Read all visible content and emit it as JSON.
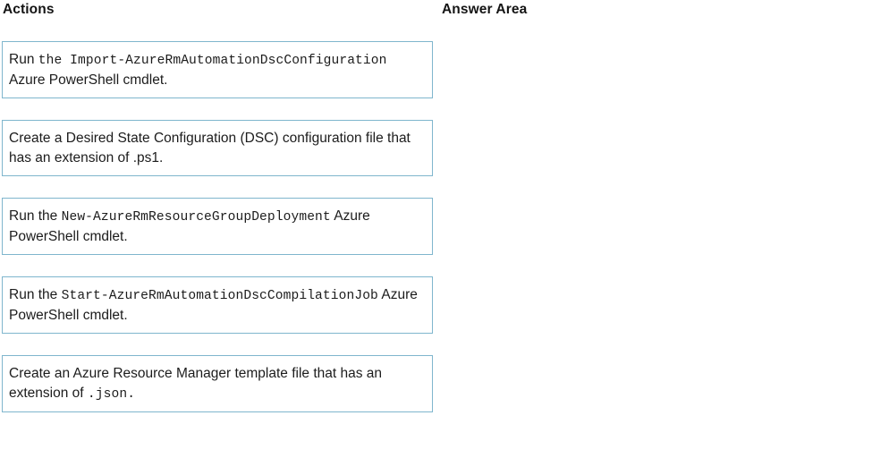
{
  "headings": {
    "actions": "Actions",
    "answer_area": "Answer Area"
  },
  "colors": {
    "card_border": "#7fb6cd",
    "text": "#1c1c1c",
    "background": "#ffffff"
  },
  "actions": [
    {
      "id": "import-azurermautomationdscconfiguration",
      "segments": [
        {
          "kind": "text",
          "value": "Run "
        },
        {
          "kind": "code",
          "value": "the Import-AzureRmAutomationDscConfiguration"
        },
        {
          "kind": "text",
          "value": " Azure PowerShell cmdlet."
        }
      ],
      "plain": "Run the Import-AzureRmAutomationDscConfiguration Azure PowerShell cmdlet."
    },
    {
      "id": "create-dsc-configuration-file",
      "segments": [
        {
          "kind": "text",
          "value": "Create a Desired State Configuration (DSC) configuration file that has an extension of .ps1."
        }
      ],
      "plain": "Create a Desired State Configuration (DSC) configuration file that has an extension of .ps1."
    },
    {
      "id": "new-azurermresourcegroupdeployment",
      "segments": [
        {
          "kind": "text",
          "value": "Run the "
        },
        {
          "kind": "code",
          "value": "New-AzureRmResourceGroupDeployment"
        },
        {
          "kind": "text",
          "value": " Azure PowerShell cmdlet."
        }
      ],
      "plain": "Run the New-AzureRmResourceGroupDeployment Azure PowerShell cmdlet."
    },
    {
      "id": "start-azurermautomationdsccompilationjob",
      "segments": [
        {
          "kind": "text",
          "value": "Run the "
        },
        {
          "kind": "code",
          "value": "Start-AzureRmAutomationDscCompilationJob"
        },
        {
          "kind": "text",
          "value": " Azure PowerShell cmdlet."
        }
      ],
      "plain": "Run the Start-AzureRmAutomationDscCompilationJob Azure PowerShell cmdlet."
    },
    {
      "id": "create-arm-template-file",
      "segments": [
        {
          "kind": "text",
          "value": "Create an Azure Resource Manager template file that has an extension of "
        },
        {
          "kind": "code",
          "value": ".json."
        }
      ],
      "plain": "Create an Azure Resource Manager template file that has an extension of .json."
    }
  ],
  "answer_area": {
    "items": []
  }
}
